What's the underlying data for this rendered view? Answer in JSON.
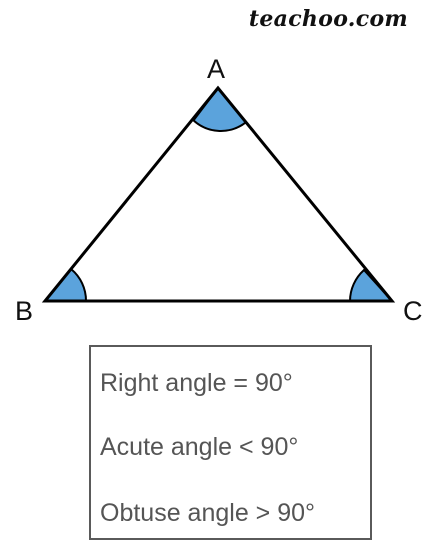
{
  "brand": "teachoo.com",
  "triangle": {
    "vertices": [
      "A",
      "B",
      "C"
    ]
  },
  "info_box": {
    "lines": [
      "Right angle = 90°",
      "Acute angle < 90°",
      "Obtuse angle > 90°"
    ]
  },
  "colors": {
    "angle_fill": "#5ba3dc",
    "stroke": "#000000",
    "box_border": "#5a5a5a",
    "box_text": "#555555"
  }
}
